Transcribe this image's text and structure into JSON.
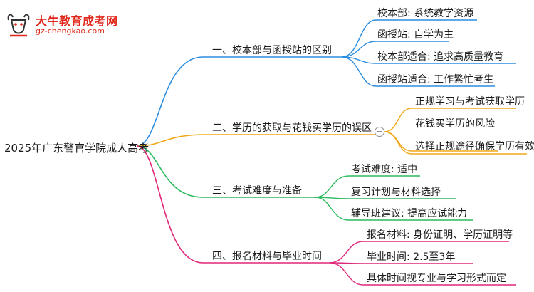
{
  "logo": {
    "icon": "bull-logo-icon",
    "brand": "大牛教育成考网",
    "url": "gz-chengkao.com"
  },
  "colors": {
    "branch1": "#2b8de0",
    "branch2": "#f0a818",
    "branch3": "#2cba5e",
    "branch4": "#e0277a"
  },
  "mindmap": {
    "root": "2025年广东警官学院成人高考",
    "branches": [
      {
        "label": "一、校本部与函授站的区别",
        "children": [
          "校本部: 系统教学资源",
          "函授站: 自学为主",
          "校本部适合: 追求高质量教育",
          "函授站适合: 工作繁忙考生"
        ]
      },
      {
        "label": "二、学历的获取与花钱买学历的误区",
        "children": [
          "正规学习与考试获取学历",
          "花钱买学历的风险",
          "选择正规途径确保学历有效"
        ]
      },
      {
        "label": "三、考试难度与准备",
        "children": [
          "考试难度: 适中",
          "复习计划与材料选择",
          "辅导班建议: 提高应试能力"
        ]
      },
      {
        "label": "四、报名材料与毕业时间",
        "children": [
          "报名材料: 身份证明、学历证明等",
          "毕业时间: 2.5至3年",
          "具体时间视专业与学习形式而定"
        ]
      }
    ]
  }
}
